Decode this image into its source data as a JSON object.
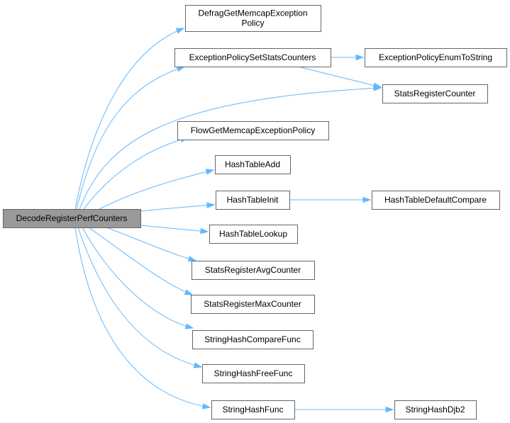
{
  "diagram": {
    "root": "DecodeRegisterPerfCounters",
    "nodes": [
      {
        "id": "root",
        "label": "DecodeRegisterPerfCounters"
      },
      {
        "id": "defrag",
        "label": "DefragGetMemcapException",
        "label2": "Policy"
      },
      {
        "id": "epssc",
        "label": "ExceptionPolicySetStatsCounters"
      },
      {
        "id": "epets",
        "label": "ExceptionPolicyEnumToString"
      },
      {
        "id": "src",
        "label": "StatsRegisterCounter"
      },
      {
        "id": "flow",
        "label": "FlowGetMemcapExceptionPolicy"
      },
      {
        "id": "hta",
        "label": "HashTableAdd"
      },
      {
        "id": "hti",
        "label": "HashTableInit"
      },
      {
        "id": "htdc",
        "label": "HashTableDefaultCompare"
      },
      {
        "id": "htl",
        "label": "HashTableLookup"
      },
      {
        "id": "srac",
        "label": "StatsRegisterAvgCounter"
      },
      {
        "id": "srmc",
        "label": "StatsRegisterMaxCounter"
      },
      {
        "id": "shcf",
        "label": "StringHashCompareFunc"
      },
      {
        "id": "shff",
        "label": "StringHashFreeFunc"
      },
      {
        "id": "shf",
        "label": "StringHashFunc"
      },
      {
        "id": "shd",
        "label": "StringHashDjb2"
      }
    ],
    "edges": [
      {
        "from": "root",
        "to": "defrag"
      },
      {
        "from": "root",
        "to": "epssc"
      },
      {
        "from": "root",
        "to": "src"
      },
      {
        "from": "root",
        "to": "flow"
      },
      {
        "from": "root",
        "to": "hta"
      },
      {
        "from": "root",
        "to": "hti"
      },
      {
        "from": "root",
        "to": "htl"
      },
      {
        "from": "root",
        "to": "srac"
      },
      {
        "from": "root",
        "to": "srmc"
      },
      {
        "from": "root",
        "to": "shcf"
      },
      {
        "from": "root",
        "to": "shff"
      },
      {
        "from": "root",
        "to": "shf"
      },
      {
        "from": "epssc",
        "to": "epets"
      },
      {
        "from": "epssc",
        "to": "src"
      },
      {
        "from": "hti",
        "to": "htdc"
      },
      {
        "from": "shf",
        "to": "shd"
      }
    ],
    "colors": {
      "edge": "#63b8ff",
      "root_fill": "#999999",
      "node_fill": "#ffffff",
      "node_border": "#666666",
      "text": "#000000"
    }
  }
}
